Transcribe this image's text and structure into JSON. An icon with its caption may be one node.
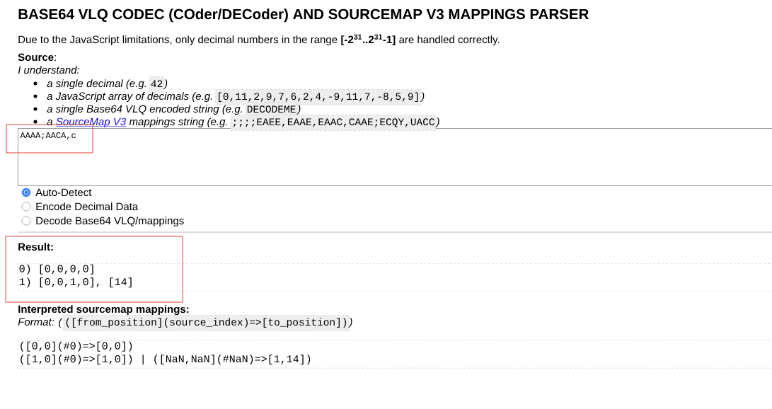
{
  "diagram": {
    "title": "BASE64 VLQ CODEC (COder/DECoder) AND SOURCEMAP V3 MAPPINGS PARSER",
    "nodes": [
      {
        "text": [
          "AAAA;AACA,c"
        ]
      },
      {
        "text": [
          "0) [0,0,0,0]",
          "1) [0,0,1,0], [14]"
        ]
      },
      {
        "text": [
          "([0,0](#0)=>[0,0])",
          "([1,0](#0)=>[1,0]) | ([NaN,NaN](#NaN)=>[1,14])"
        ]
      }
    ],
    "labels": [
      "Due to the JavaScript limitations, only decimal numbers in the range",
      "[-2$^{31}$..2$^{31}$-1]",
      "are handled correctly.",
      "**Source**:",
      "I understand:",
      "a single decimal (e.g.",
      "42",
      ")",
      "a JavaScript array of decimals (e.g.",
      "[0,11,2,9,7,6,2,4,-9,11,7,-8,5,9]",
      ")",
      "a single Base64 VLQ encoded string (e.g.",
      "DECODEME",
      ")",
      "a",
      "SourceMap V3",
      "mappings string (e.g.",
      ";;;;EAEE,EAAE,EAAC,CAAE;ECQY,UACC",
      ")",
      "Auto-Detect",
      "Encode Decimal Data",
      "Decode Base64 VLQ/mappings",
      "Result:",
      "Interpreted sourcemap mappings:",
      "Format: (",
      "([from_position](source_index)=>[to_position])",
      ")"
    ]
  }
}
